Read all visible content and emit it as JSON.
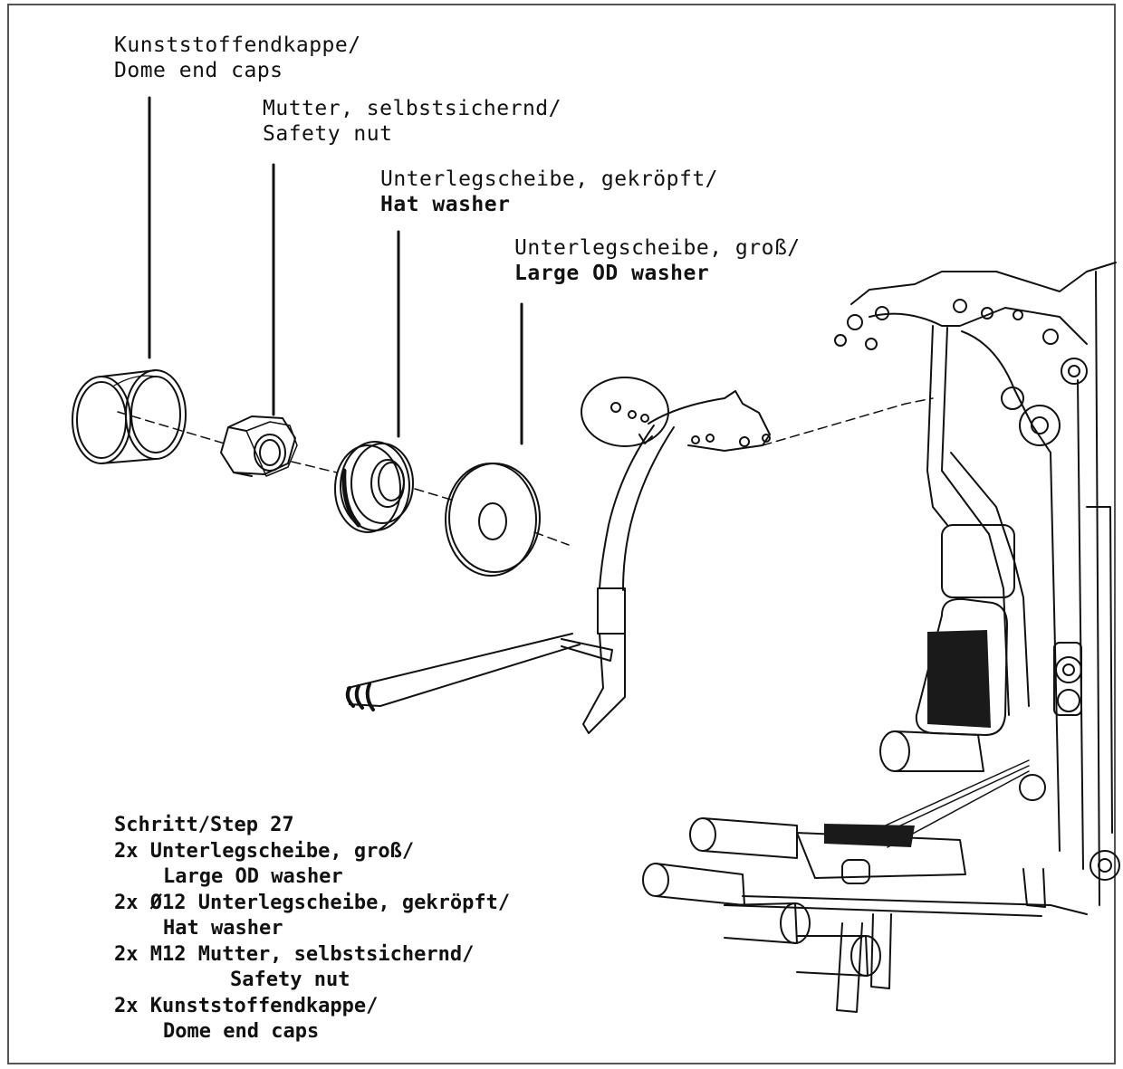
{
  "labels": {
    "dome_cap": {
      "line1": "Kunststoffendkappe/",
      "line2": "Dome end caps"
    },
    "safety_nut": {
      "line1": "Mutter, selbstsichernd/",
      "line2": "Safety nut"
    },
    "hat_washer": {
      "line1": "Unterlegscheibe, gekröpft/",
      "line2": "Hat washer"
    },
    "large_washer": {
      "line1": "Unterlegscheibe, groß/",
      "line2": "Large OD washer"
    }
  },
  "step": {
    "title": "Schritt/Step 27",
    "items": [
      {
        "qty_de": "2x Unterlegscheibe, groß/",
        "en": "Large OD washer"
      },
      {
        "qty_de": "2x Ø12 Unterlegscheibe, gekröpft/",
        "en": "Hat washer"
      },
      {
        "qty_de": "2x M12 Mutter, selbstsichernd/",
        "en": "Safety nut"
      },
      {
        "qty_de": "2x Kunststoffendkappe/",
        "en": "Dome end caps"
      }
    ]
  },
  "colors": {
    "ink": "#111111",
    "fill_dark": "#1a1a1a",
    "frame": "#555555"
  }
}
